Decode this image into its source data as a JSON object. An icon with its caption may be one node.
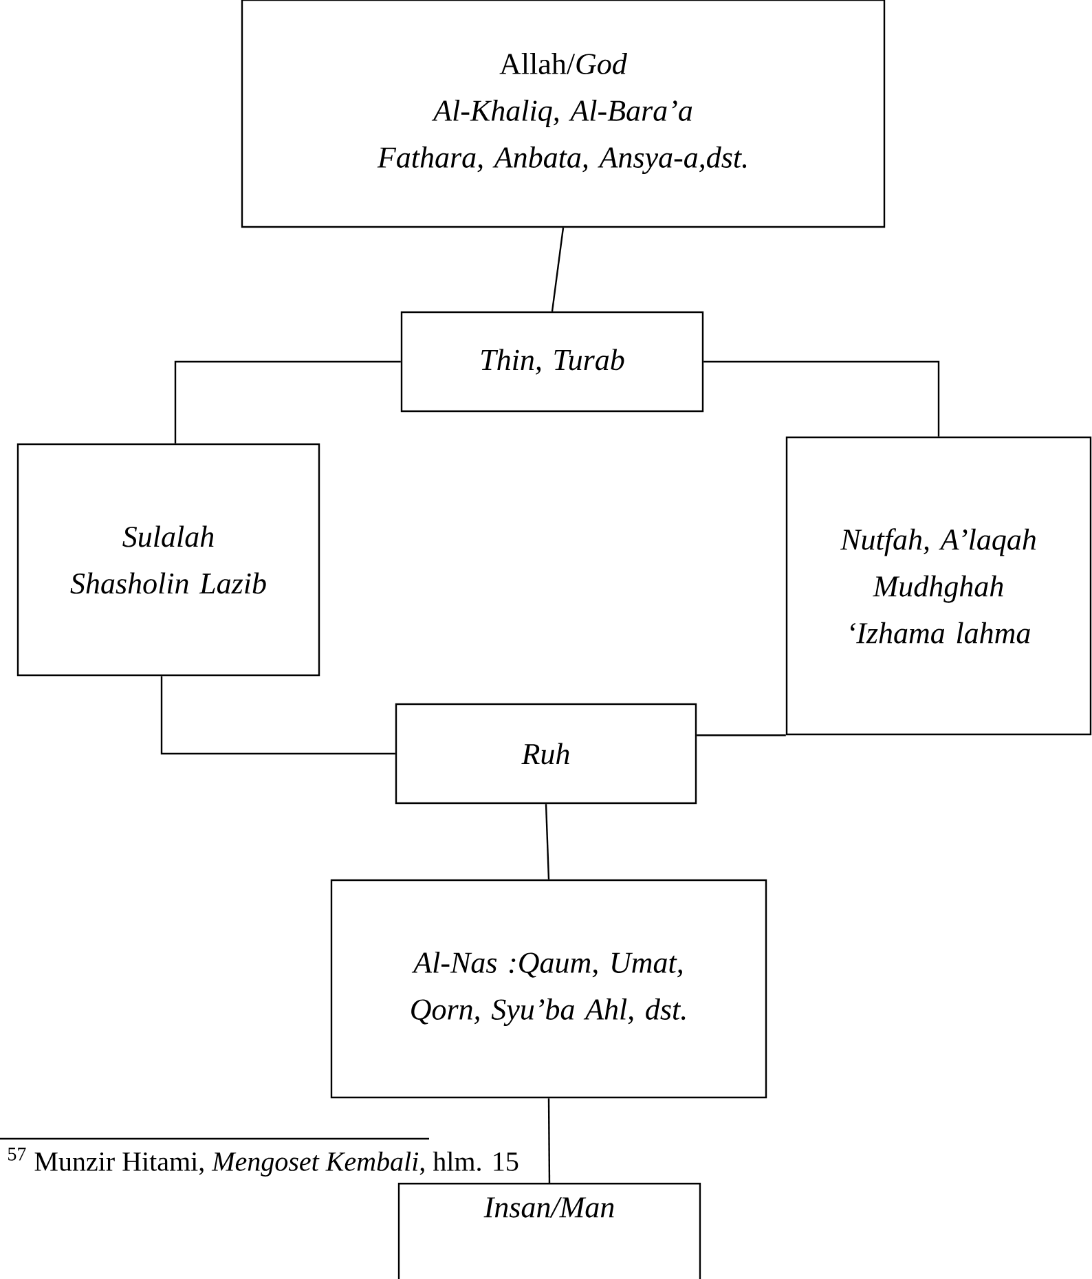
{
  "diagram": {
    "nodes": [
      {
        "text": [
          "Allah/*God*",
          "Al-Khaliq, Al-Bara’a Fathara, Anbata, Ansya-a,dst."
        ]
      },
      {
        "text": [
          "Thin, Turab"
        ]
      },
      {
        "text": [
          "Sulalah Shasholin Lazib"
        ]
      },
      {
        "text": [
          "Nutfah, A’laqah Mudhghah ‘Izhama lahma"
        ]
      },
      {
        "text": [
          "Ruh"
        ]
      },
      {
        "text": [
          "Al-Nas :Qaum, Umat, Qorn, Syu’ba Ahl, dst."
        ]
      },
      {
        "text": [
          "Insan/Man"
        ]
      }
    ],
    "edges": [
      {
        "from": 0,
        "to": 1,
        "arrow": "none"
      },
      {
        "from": 1,
        "to": 2,
        "arrow": "none"
      },
      {
        "from": 1,
        "to": 3,
        "arrow": "none"
      },
      {
        "from": 2,
        "to": 4,
        "arrow": "none"
      },
      {
        "from": 3,
        "to": 4,
        "arrow": "none"
      },
      {
        "from": 4,
        "to": 5,
        "arrow": "none"
      },
      {
        "from": 5,
        "to": 6,
        "arrow": "none"
      }
    ],
    "labels": [
      "$^{57}$ Munzir Hitami, *Mengoset Kembali*, hlm. 15"
    ]
  }
}
